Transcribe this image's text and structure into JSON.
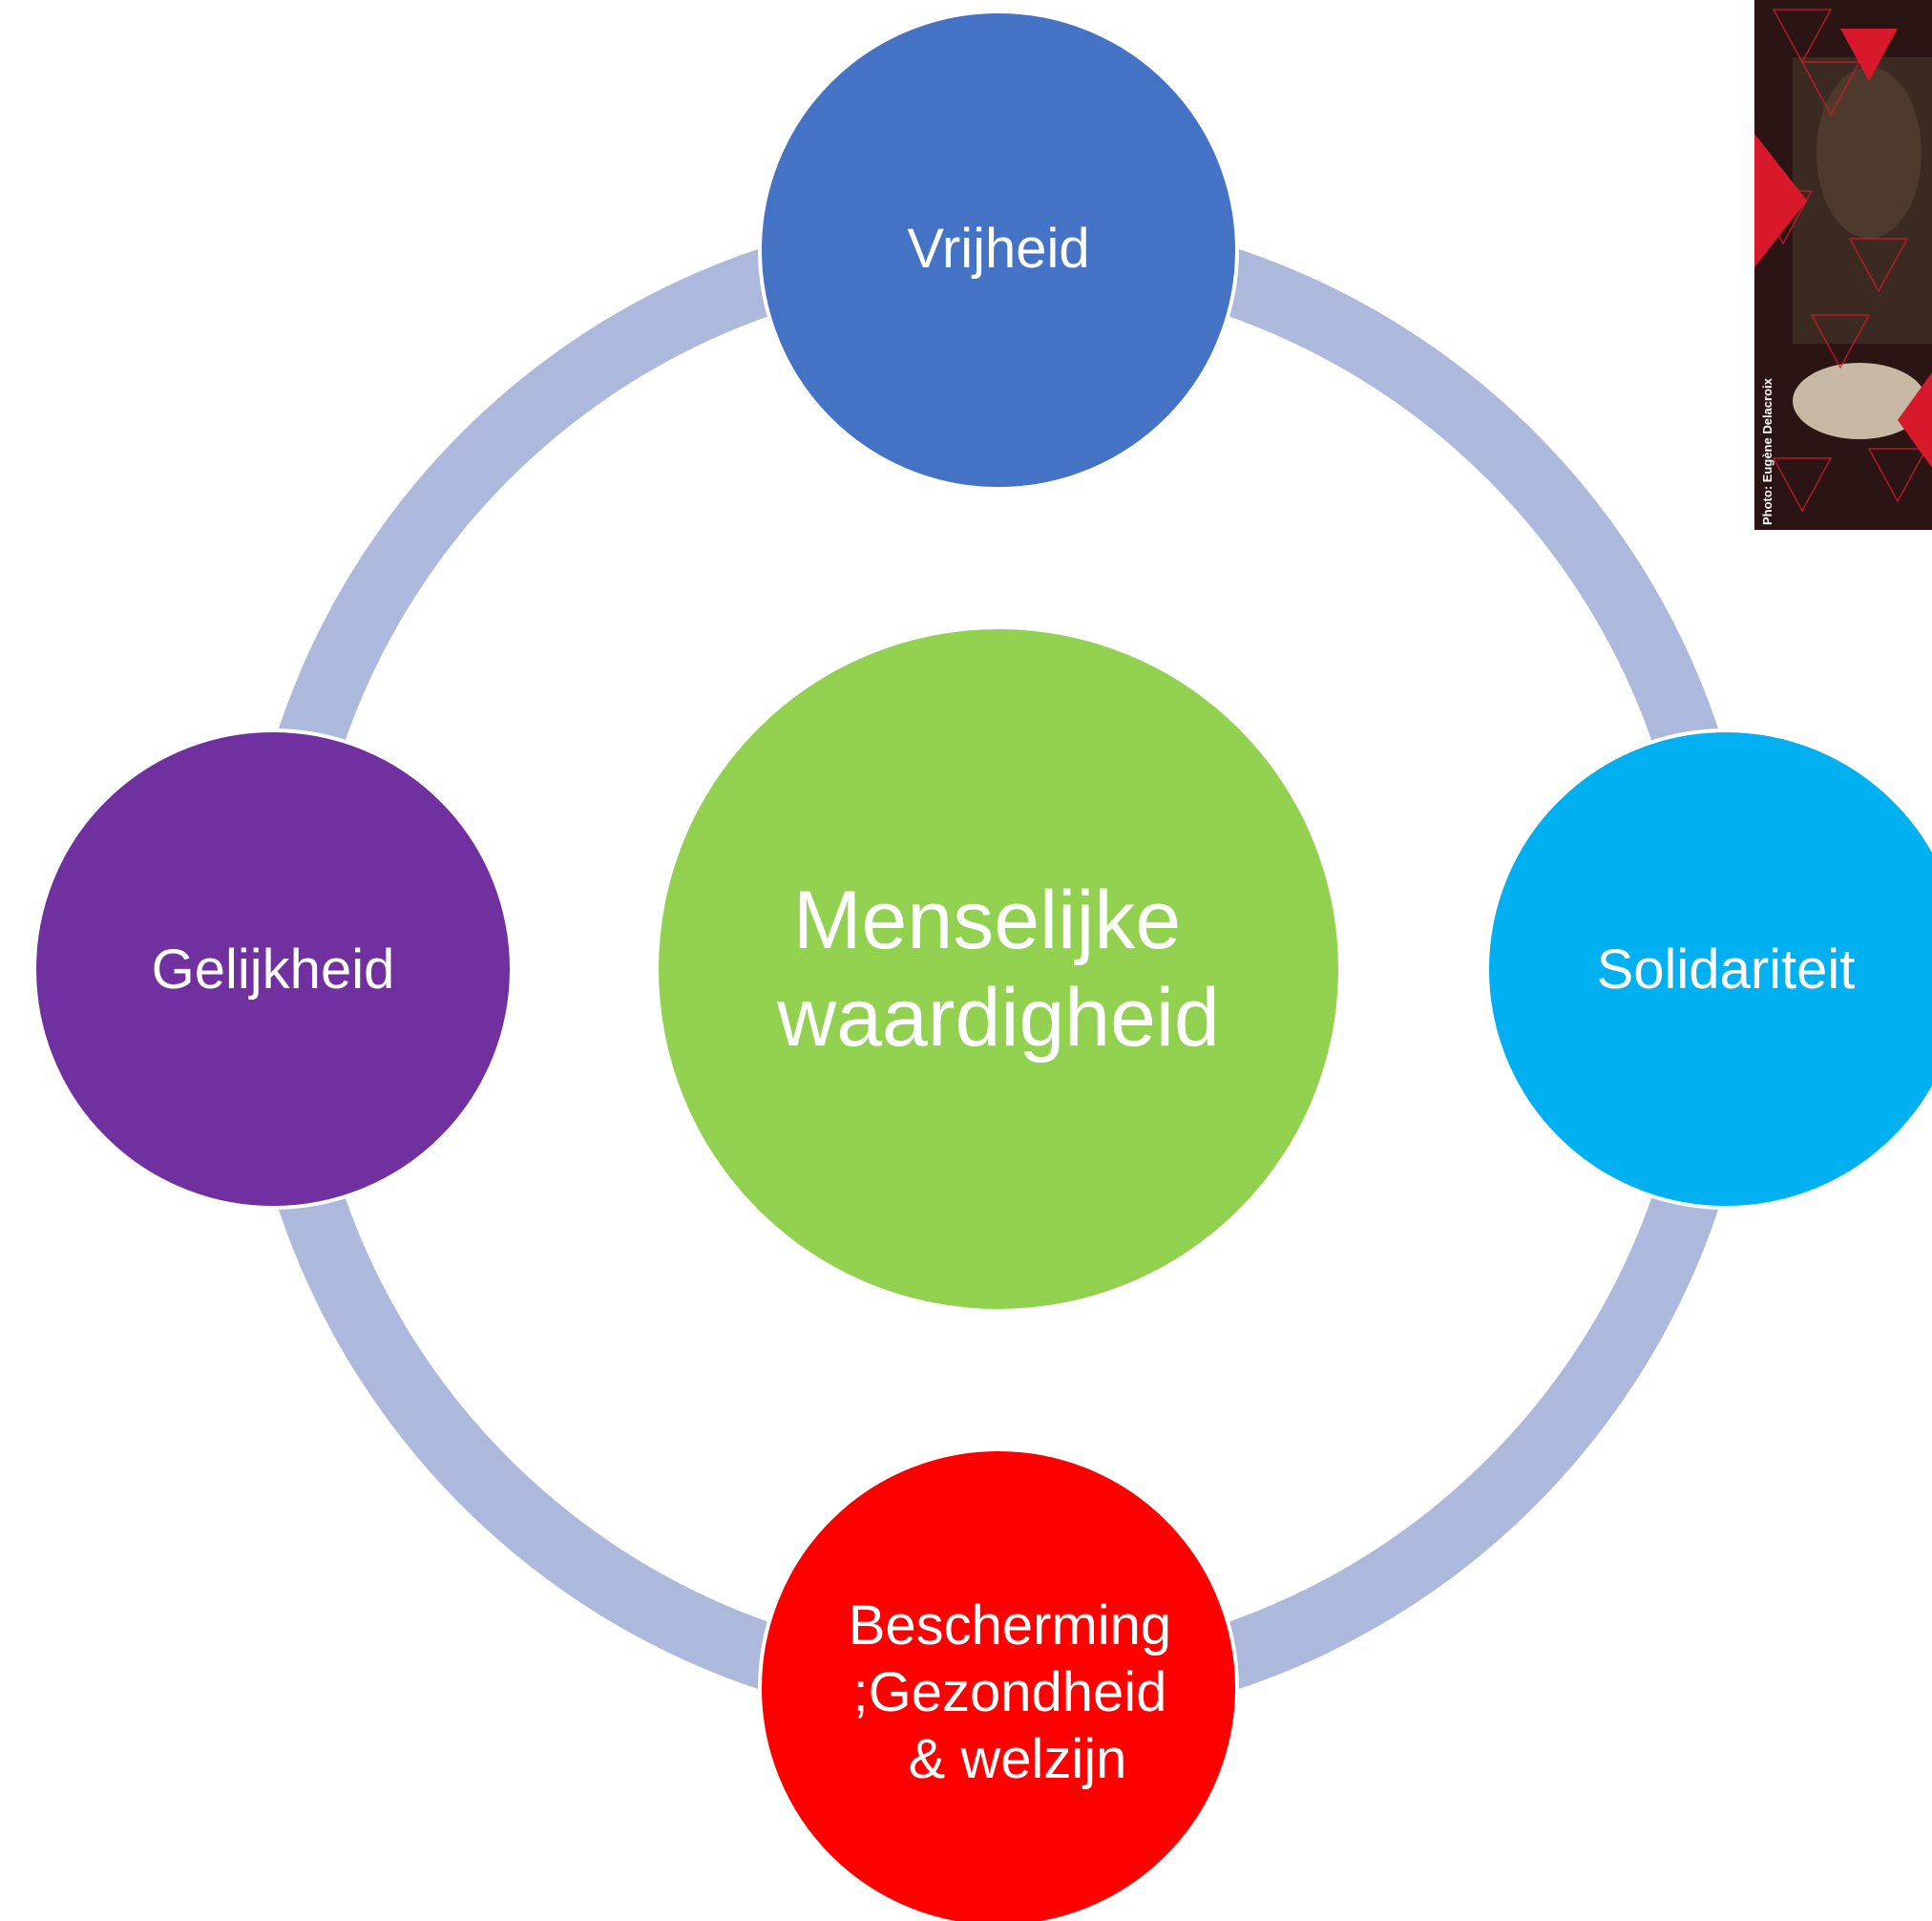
{
  "diagram": {
    "center": {
      "label_lines": [
        "Menselijke",
        "waardigheid"
      ],
      "color": "#92D050"
    },
    "ring_color": "#ADB9DC",
    "nodes": [
      {
        "id": "vrijheid",
        "label_lines": [
          "Vrijheid"
        ],
        "color": "#4472C4"
      },
      {
        "id": "solidariteit",
        "label_lines": [
          "Solidariteit"
        ],
        "color": "#00B0F0"
      },
      {
        "id": "bescherming",
        "label_lines": [
          "Bescherming",
          ";Gezondheid",
          "& welzijn"
        ],
        "color": "#FF0000"
      },
      {
        "id": "gelijkheid",
        "label_lines": [
          "Gelijkheid"
        ],
        "color": "#7030A0"
      }
    ]
  },
  "photo": {
    "caption": "Photo: Eugène Delacroix",
    "colors": {
      "background": "#2a1414",
      "accent": "#d7192b"
    }
  }
}
